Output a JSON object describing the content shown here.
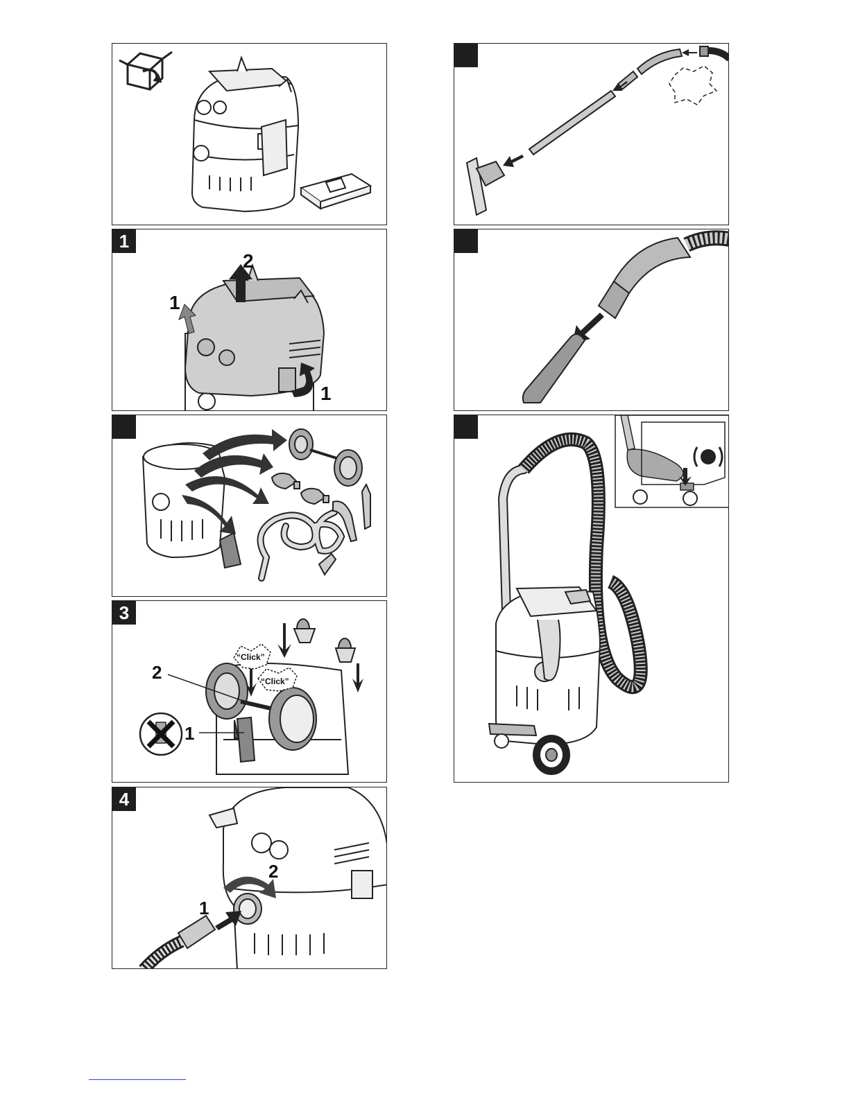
{
  "panels": {
    "unpack": {
      "badge": ""
    },
    "step1": {
      "badge": "1",
      "labels": [
        "1",
        "2",
        "1"
      ]
    },
    "step2": {
      "badge": ""
    },
    "step3": {
      "badge": "3",
      "labels": [
        "2",
        "1"
      ],
      "click_texts": [
        "“Click”",
        "“Click”"
      ]
    },
    "step4": {
      "badge": "4",
      "labels": [
        "1",
        "2"
      ]
    },
    "step5": {
      "badge": ""
    },
    "step6": {
      "badge": ""
    },
    "step7": {
      "badge": ""
    }
  },
  "colors": {
    "line": "#222222",
    "shade": "#bdbdbd",
    "dark": "#333333",
    "badge": "#1f1f1f"
  }
}
